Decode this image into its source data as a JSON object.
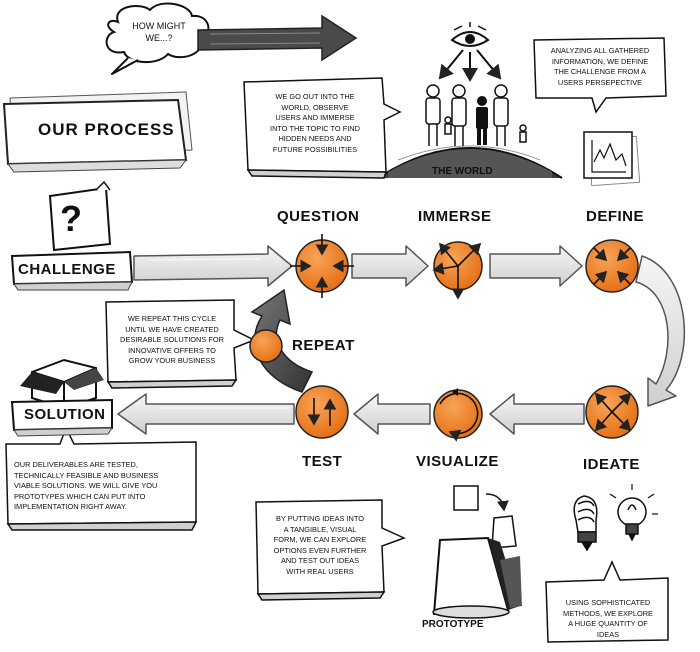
{
  "header": {
    "cloud_text": [
      "How might",
      "we...?"
    ],
    "title": "Our Process"
  },
  "stages": {
    "question": "Question",
    "immerse": "Immerse",
    "define": "Define",
    "ideate": "Ideate",
    "visualize": "Visualize",
    "test": "Test",
    "repeat": "Repeat"
  },
  "inputs": {
    "challenge": "Challenge",
    "solution": "Solution",
    "question_mark": "?"
  },
  "illustrations": {
    "world": "The World",
    "prototype": "Prototype"
  },
  "notes": {
    "immerse": [
      "We go out into the",
      "world, observe",
      "users and immerse",
      "into the topic to find",
      "hidden needs and",
      "future possibilities"
    ],
    "define": [
      "Analyzing all gathered",
      "information, we define",
      "the challenge from a",
      "users persepective"
    ],
    "repeat": [
      "We repeat this cycle",
      "until we have created",
      "desirable solutions for",
      "innovative offers to",
      "grow your business"
    ],
    "solution": [
      "Our deliverables are tested,",
      "technically feasible and business",
      "viable solutions. We will give you",
      "prototypes which can put into",
      "implementation  right away."
    ],
    "visualize": [
      "By putting ideas into",
      "a tangible, visual",
      "form, we can explore",
      "options even further",
      "and test out ideas",
      "with real users"
    ],
    "ideate": [
      "Using sophisticated",
      "methods, we explore",
      "a huge quantity of",
      "ideas"
    ]
  },
  "colors": {
    "node_orange": "#e8761e",
    "node_highlight": "#f5a55a",
    "arrow_fill": "#e4e4e4",
    "arrow_stroke": "#555555",
    "ink": "#111111"
  }
}
